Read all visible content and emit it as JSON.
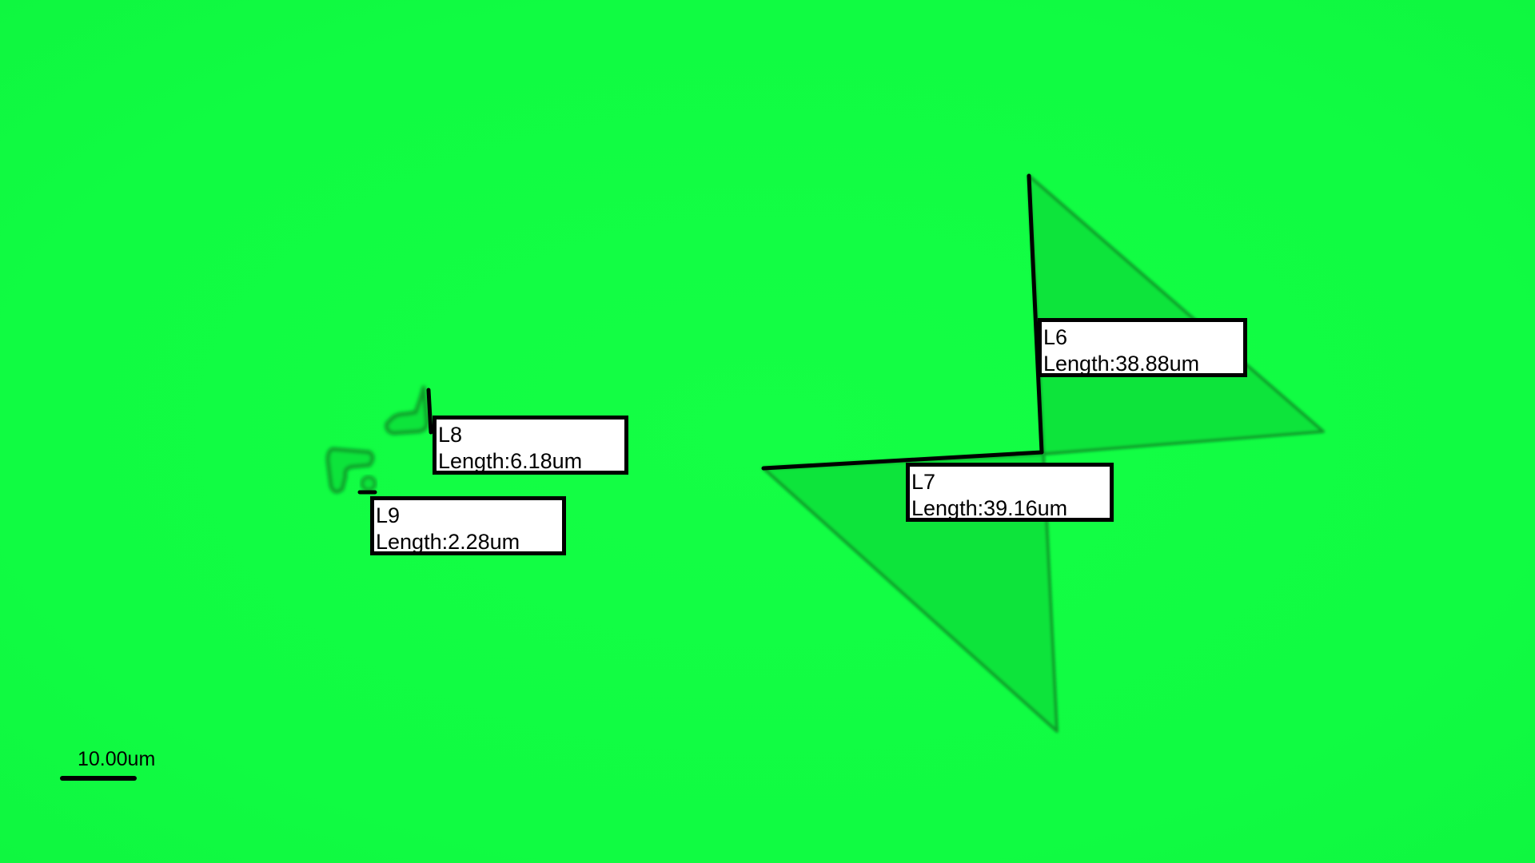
{
  "image": {
    "background_color": "#10ff44",
    "crystal_fill": "#0de43a",
    "crystal_edge": "#0a9e2c",
    "measure_color": "#000000",
    "label_bg": "#ffffff"
  },
  "measurements": [
    {
      "id": "L6",
      "text": "Length:38.88um"
    },
    {
      "id": "L7",
      "text": "Length:39.16um"
    },
    {
      "id": "L8",
      "text": "Length:6.18um"
    },
    {
      "id": "L9",
      "text": "Length:2.28um"
    }
  ],
  "scale_bar": {
    "label": "10.00um"
  }
}
